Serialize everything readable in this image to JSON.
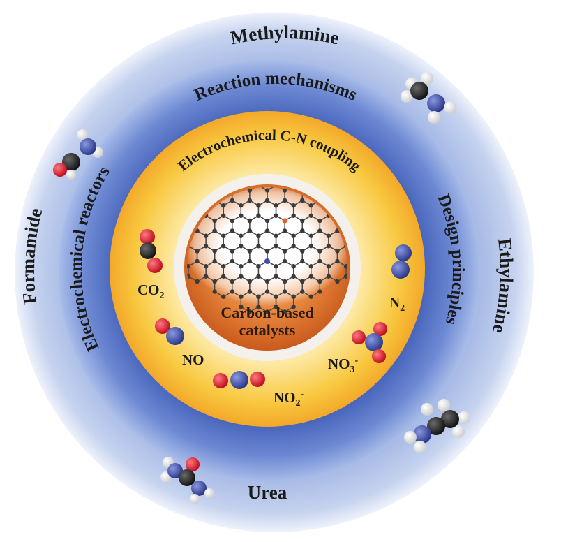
{
  "products": {
    "top": "Methylamine",
    "left": "Formamide",
    "right": "Ethylamine",
    "bottom": "Urea"
  },
  "aspects": {
    "top": "Reaction mechanisms",
    "left": "Electrochemical reactors",
    "right": "Design principles"
  },
  "process": "Electrochemical C-N coupling",
  "species": {
    "co2": {
      "base": "CO",
      "sub": "2",
      "sup": ""
    },
    "n2": {
      "base": "N",
      "sub": "2",
      "sup": ""
    },
    "no": {
      "base": "NO",
      "sub": "",
      "sup": ""
    },
    "no2": {
      "base": "NO",
      "sub": "2",
      "sup": "-"
    },
    "no3": {
      "base": "NO",
      "sub": "3",
      "sup": "-"
    }
  },
  "core": {
    "line1": "Carbon-based",
    "line2": "catalysts"
  },
  "colors": {
    "outer_ring": "#c4d2ee",
    "middle_ring": "#6f8ad0",
    "yellow_ring": "#f7c23d",
    "white_ring": "#f4f1ec",
    "core": "#e07a2c",
    "carbon_atom": "#2a2a2a",
    "nitrogen_atom": "#3d4fa8",
    "oxygen_atom": "#e01e2e",
    "hydrogen_atom": "#f2f2f2"
  }
}
